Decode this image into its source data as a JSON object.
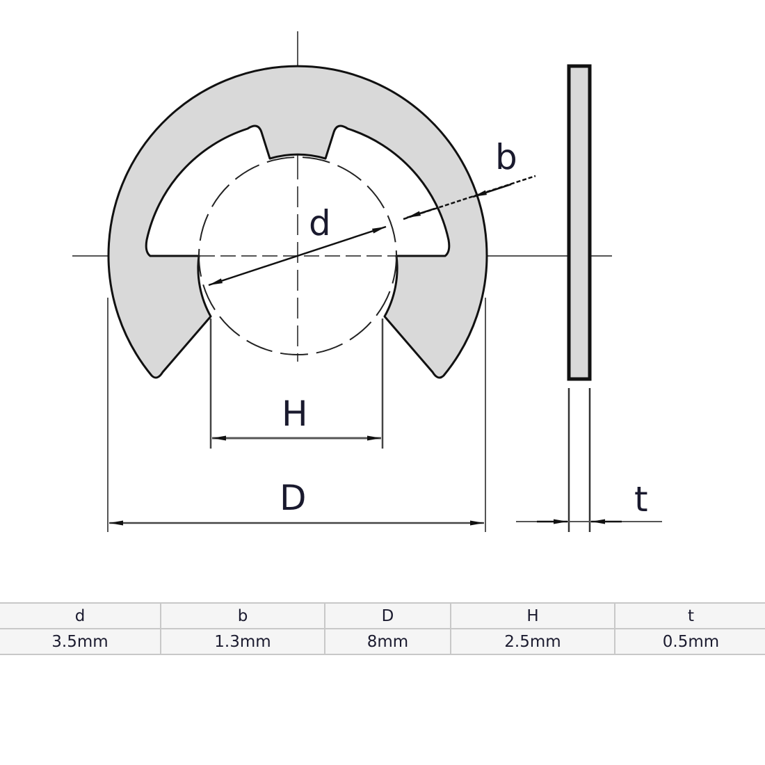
{
  "diagram": {
    "title": "E-clip retaining ring dimension drawing",
    "labels": {
      "d": "d",
      "b": "b",
      "H": "H",
      "D": "D",
      "t": "t"
    },
    "colors": {
      "fill": "#d9d9d9",
      "outline": "#111111",
      "centerline": "#555555"
    }
  },
  "spec_table": {
    "headers": [
      "d",
      "b",
      "D",
      "H",
      "t"
    ],
    "rows": [
      [
        "3.5mm",
        "1.3mm",
        "8mm",
        "2.5mm",
        "0.5mm"
      ]
    ]
  }
}
